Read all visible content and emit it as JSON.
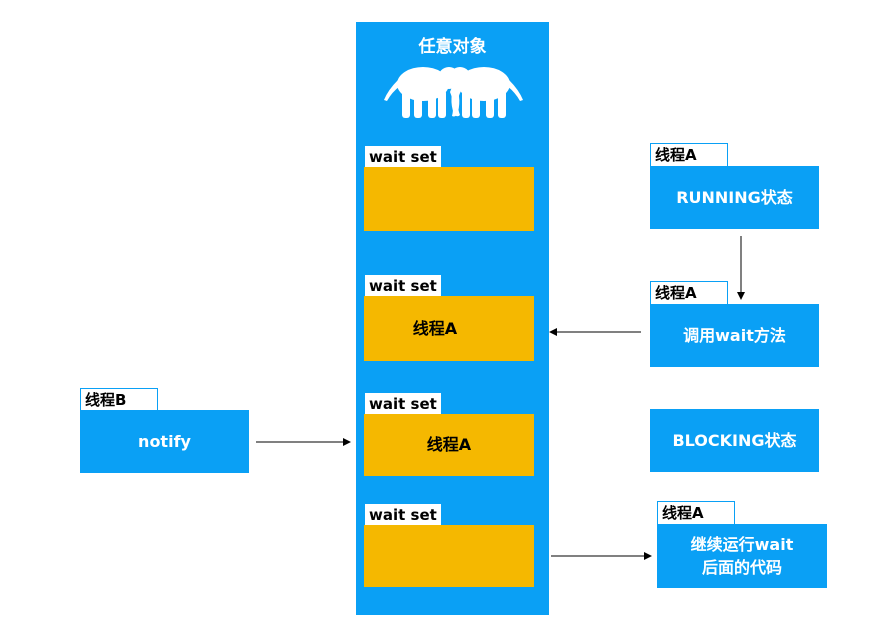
{
  "object": {
    "title": "任意对象",
    "icon": "elephants-icon"
  },
  "wait_sets": [
    {
      "tag": "wait set",
      "content": ""
    },
    {
      "tag": "wait set",
      "content": "线程A"
    },
    {
      "tag": "wait set",
      "content": "线程A"
    },
    {
      "tag": "wait set",
      "content": ""
    }
  ],
  "thread_b": {
    "tag": "线程B",
    "label": "notify"
  },
  "right_boxes": {
    "running": {
      "tag": "线程A",
      "label": "RUNNING状态"
    },
    "call_wait": {
      "tag": "线程A",
      "label": "调用wait方法"
    },
    "blocking": {
      "label": "BLOCKING状态"
    },
    "continue": {
      "tag": "线程A",
      "label_line1": "继续运行wait",
      "label_line2": "后面的代码"
    }
  },
  "colors": {
    "blue": "#0aa0f5",
    "gold": "#f5b800",
    "tag_border": "#0aa0f5"
  }
}
